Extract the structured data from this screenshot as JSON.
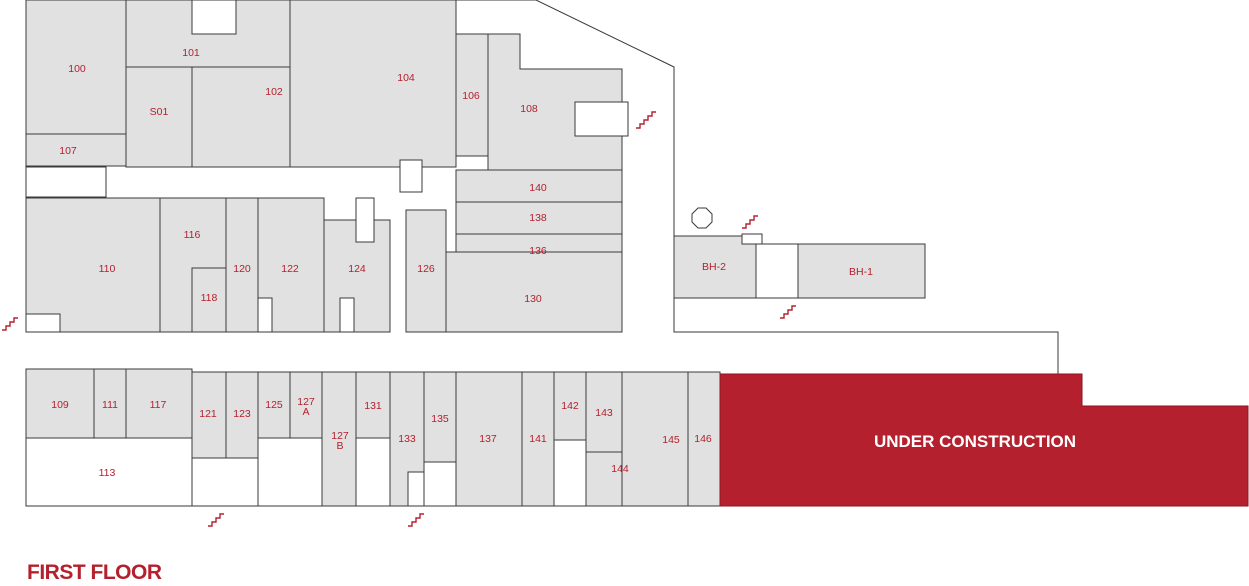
{
  "floor_title": "FIRST FLOOR",
  "construction_label": "UNDER CONSTRUCTION",
  "colors": {
    "accent": "#b5202e",
    "room_fill": "#e1e1e1",
    "outline": "#3a3a3a",
    "label": "#b5202e"
  },
  "icons": [
    "stairs-icon",
    "octagon-marker-icon"
  ],
  "rooms": {
    "r100": "100",
    "r101": "101",
    "r102": "102",
    "r104": "104",
    "r106": "106",
    "r107": "107",
    "r108": "108",
    "rS01": "S01",
    "r110": "110",
    "r116": "116",
    "r118": "118",
    "r120": "120",
    "r122": "122",
    "r124": "124",
    "r126": "126",
    "r130": "130",
    "r136": "136",
    "r138": "138",
    "r140": "140",
    "rBH2": "BH-2",
    "rBH1": "BH-1",
    "r109": "109",
    "r111": "111",
    "r113": "113",
    "r117": "117",
    "r121": "121",
    "r123": "123",
    "r125": "125",
    "r127a_num": "127",
    "r127a_letter": "A",
    "r127b_num": "127",
    "r127b_letter": "B",
    "r131": "131",
    "r133": "133",
    "r135": "135",
    "r137": "137",
    "r141": "141",
    "r142": "142",
    "r143": "143",
    "r144": "144",
    "r145": "145",
    "r146": "146"
  }
}
